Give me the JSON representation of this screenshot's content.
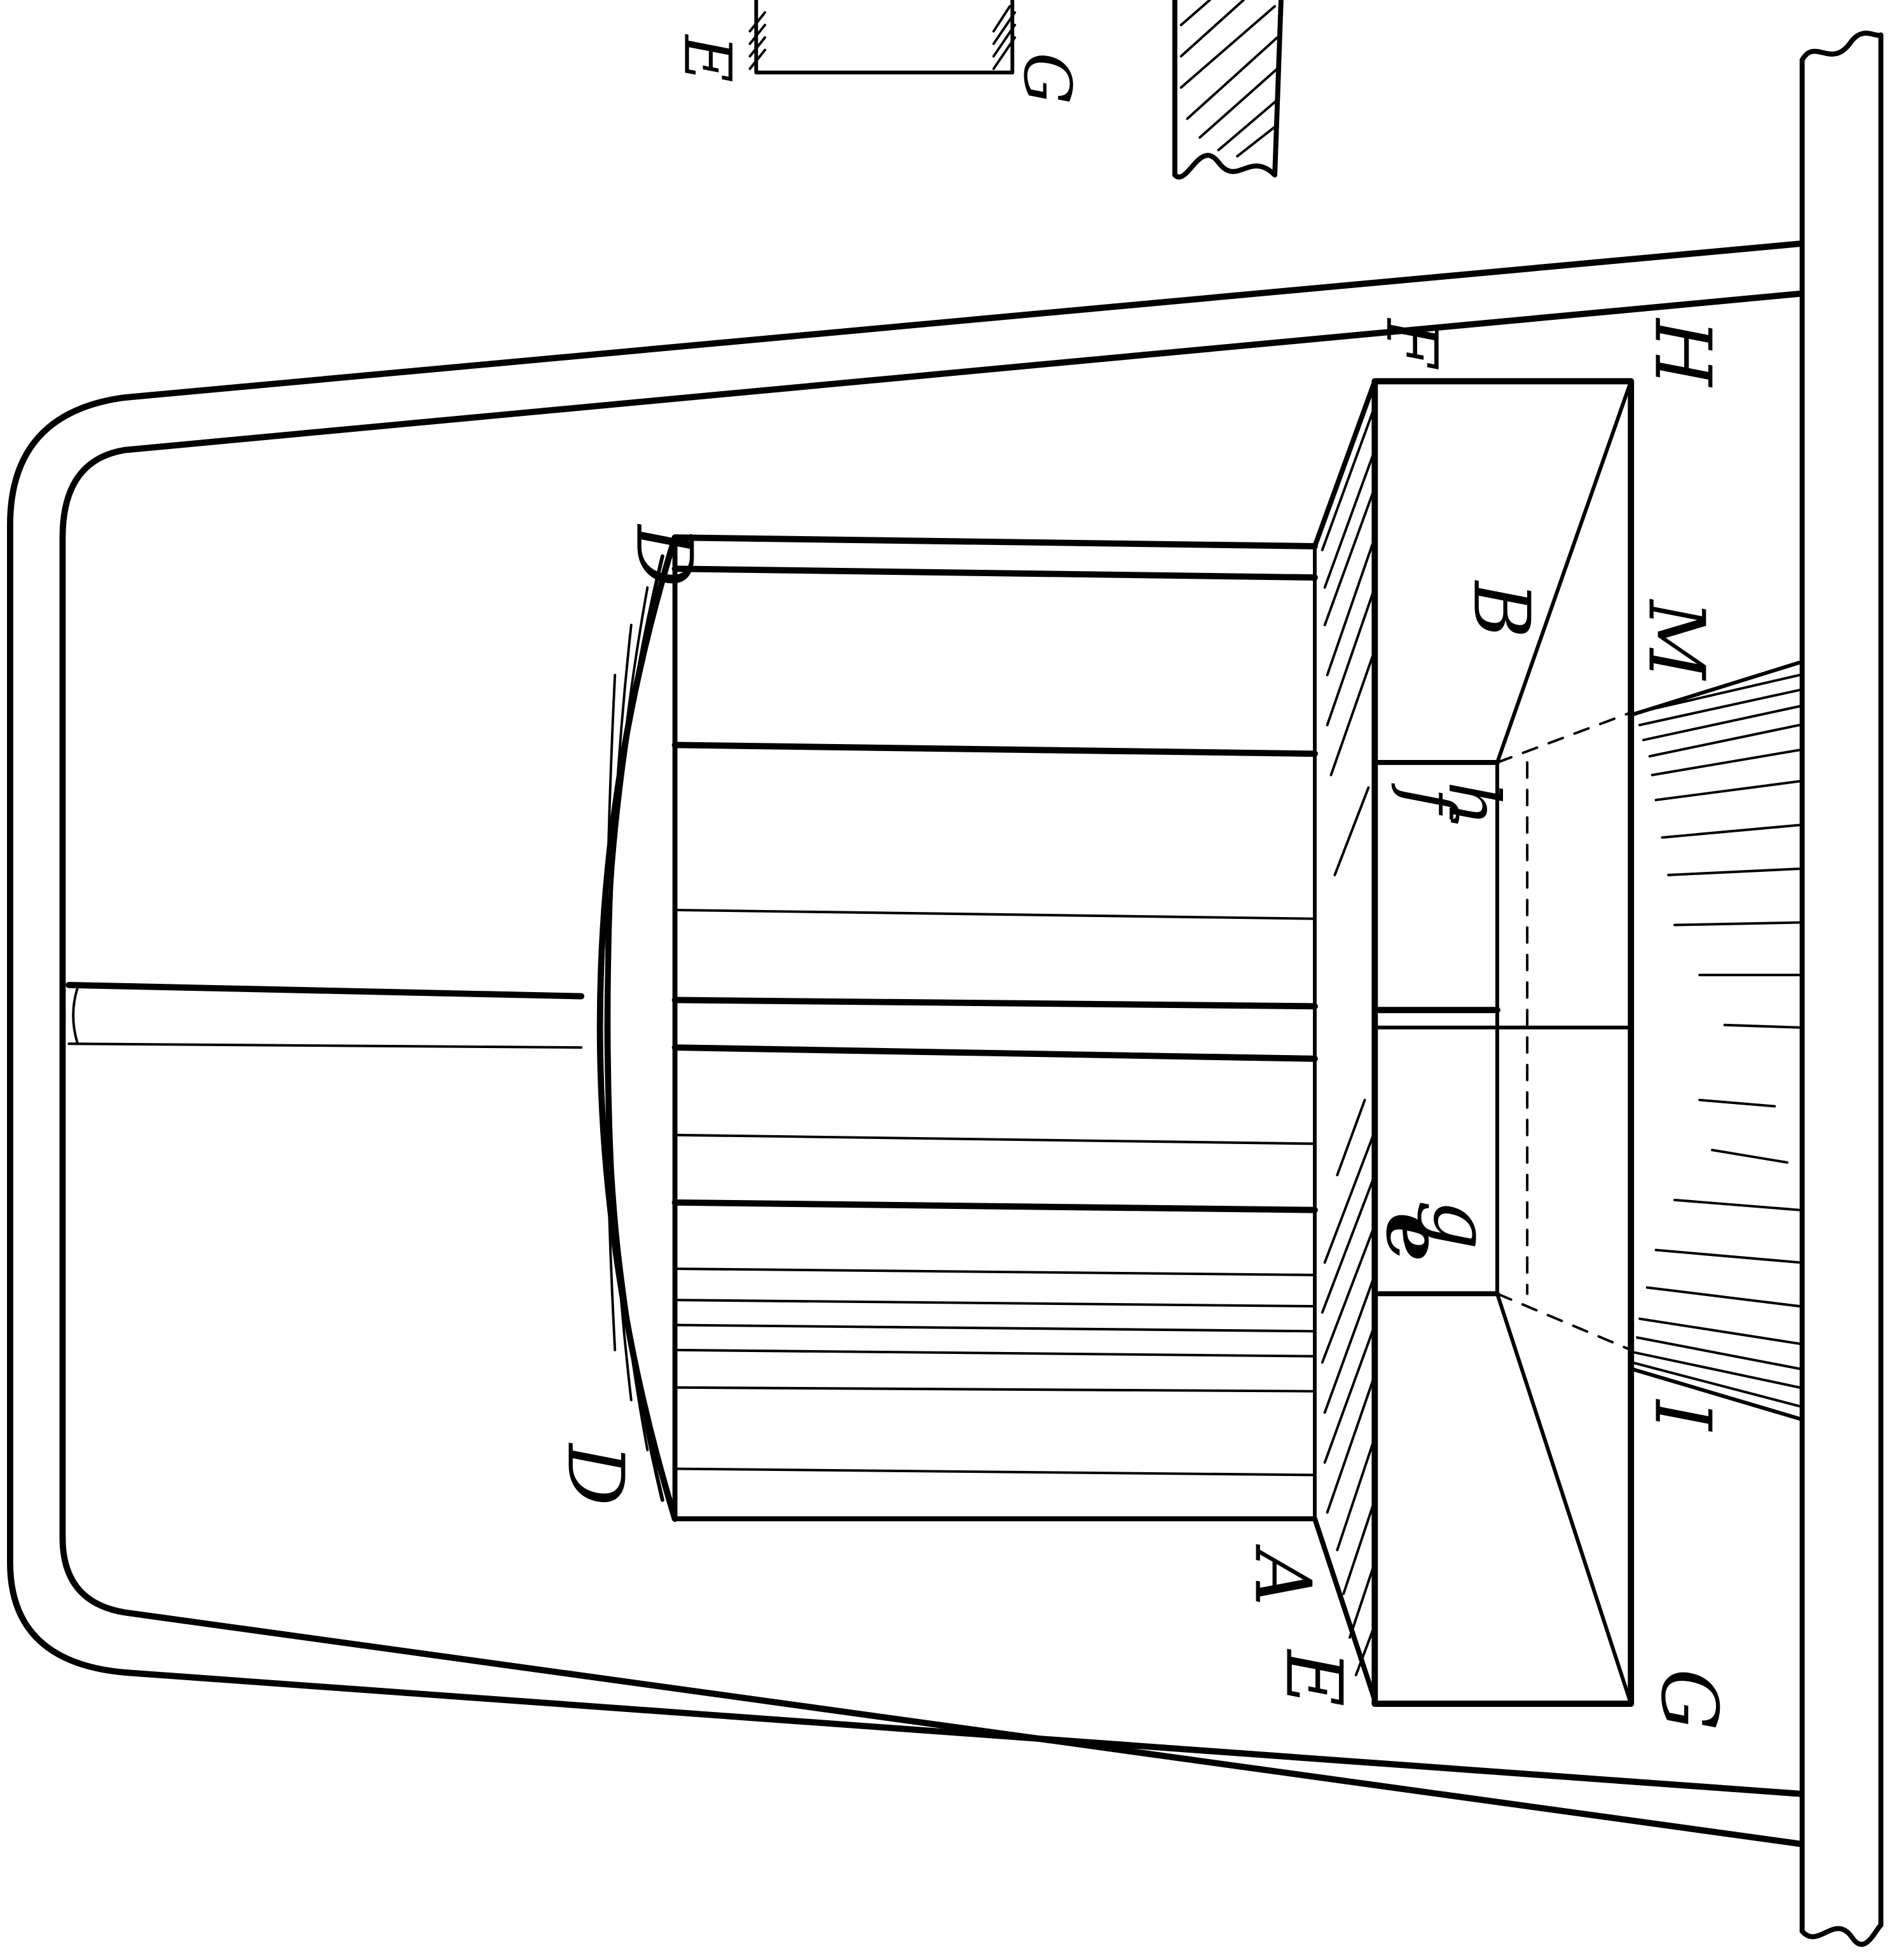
{
  "figure": {
    "colors": {
      "ink": "#000000",
      "paper": "#ffffff"
    },
    "orientation": "rotated-90-clockwise",
    "labels": {
      "D_top": "D",
      "D_bottom": "D",
      "A": "A",
      "B": "B",
      "e": "e",
      "g": "g",
      "f": "f",
      "h": "h",
      "E_main": "E",
      "F_main": "F",
      "G_main": "G",
      "H": "H",
      "I": "I",
      "M": "M",
      "E_detail": "E",
      "G_detail": "G"
    }
  }
}
